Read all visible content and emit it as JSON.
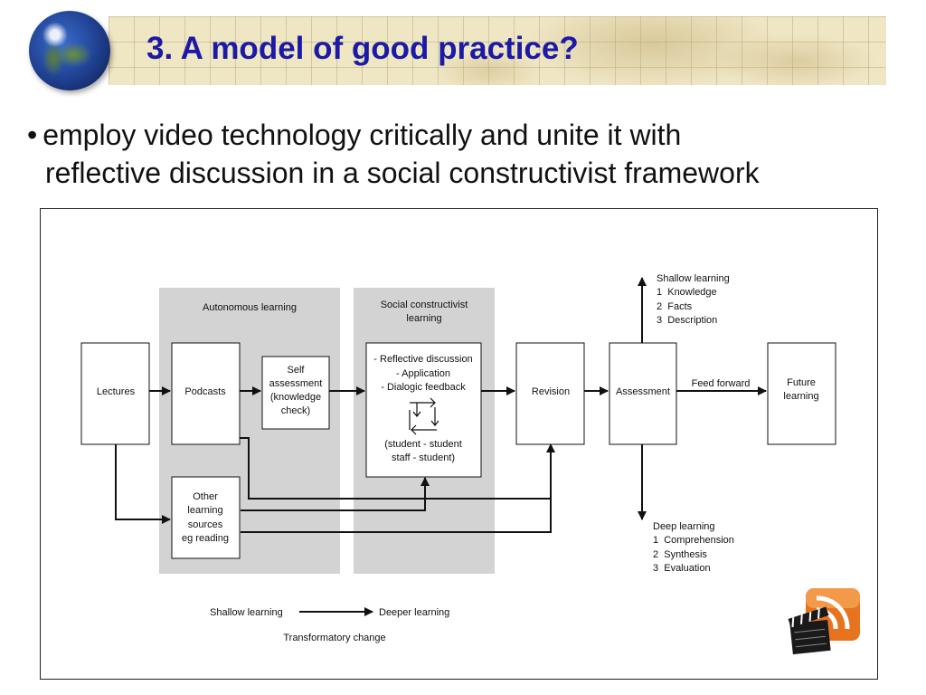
{
  "slide": {
    "title": "3. A model of good practice?",
    "bullet_line1": "employ video technology critically and unite it with",
    "bullet_line2": "reflective discussion in a social constructivist framework"
  },
  "diagram": {
    "region_autonomous": "Autonomous learning",
    "region_social_line1": "Social constructivist",
    "region_social_line2": "learning",
    "lectures": "Lectures",
    "podcasts": "Podcasts",
    "self_assessment": [
      "Self",
      "assessment",
      "(knowledge",
      "check)"
    ],
    "other_sources": [
      "Other",
      "learning",
      "sources",
      "eg reading"
    ],
    "reflective": [
      "- Reflective discussion",
      "- Application",
      "- Dialogic feedback"
    ],
    "reflective_bottom": [
      "(student - student",
      "staff - student)"
    ],
    "revision": "Revision",
    "assessment": "Assessment",
    "feed_forward": "Feed forward",
    "future": [
      "Future",
      "learning"
    ],
    "shallow_heading": "Shallow learning",
    "shallow_items": [
      "1  Knowledge",
      "2  Facts",
      "3  Description"
    ],
    "deep_heading": "Deep learning",
    "deep_items": [
      "1  Comprehension",
      "2  Synthesis",
      "3  Evaluation"
    ],
    "legend_left": "Shallow learning",
    "legend_right": "Deeper learning",
    "legend_caption": "Transformatory change"
  },
  "icons": {
    "globe": "globe-icon",
    "rss_video": "rss-clapperboard-icon"
  },
  "colors": {
    "title": "#1a1aa6",
    "region_fill": "#d3d3d3",
    "rss_orange": "#e8731e"
  }
}
